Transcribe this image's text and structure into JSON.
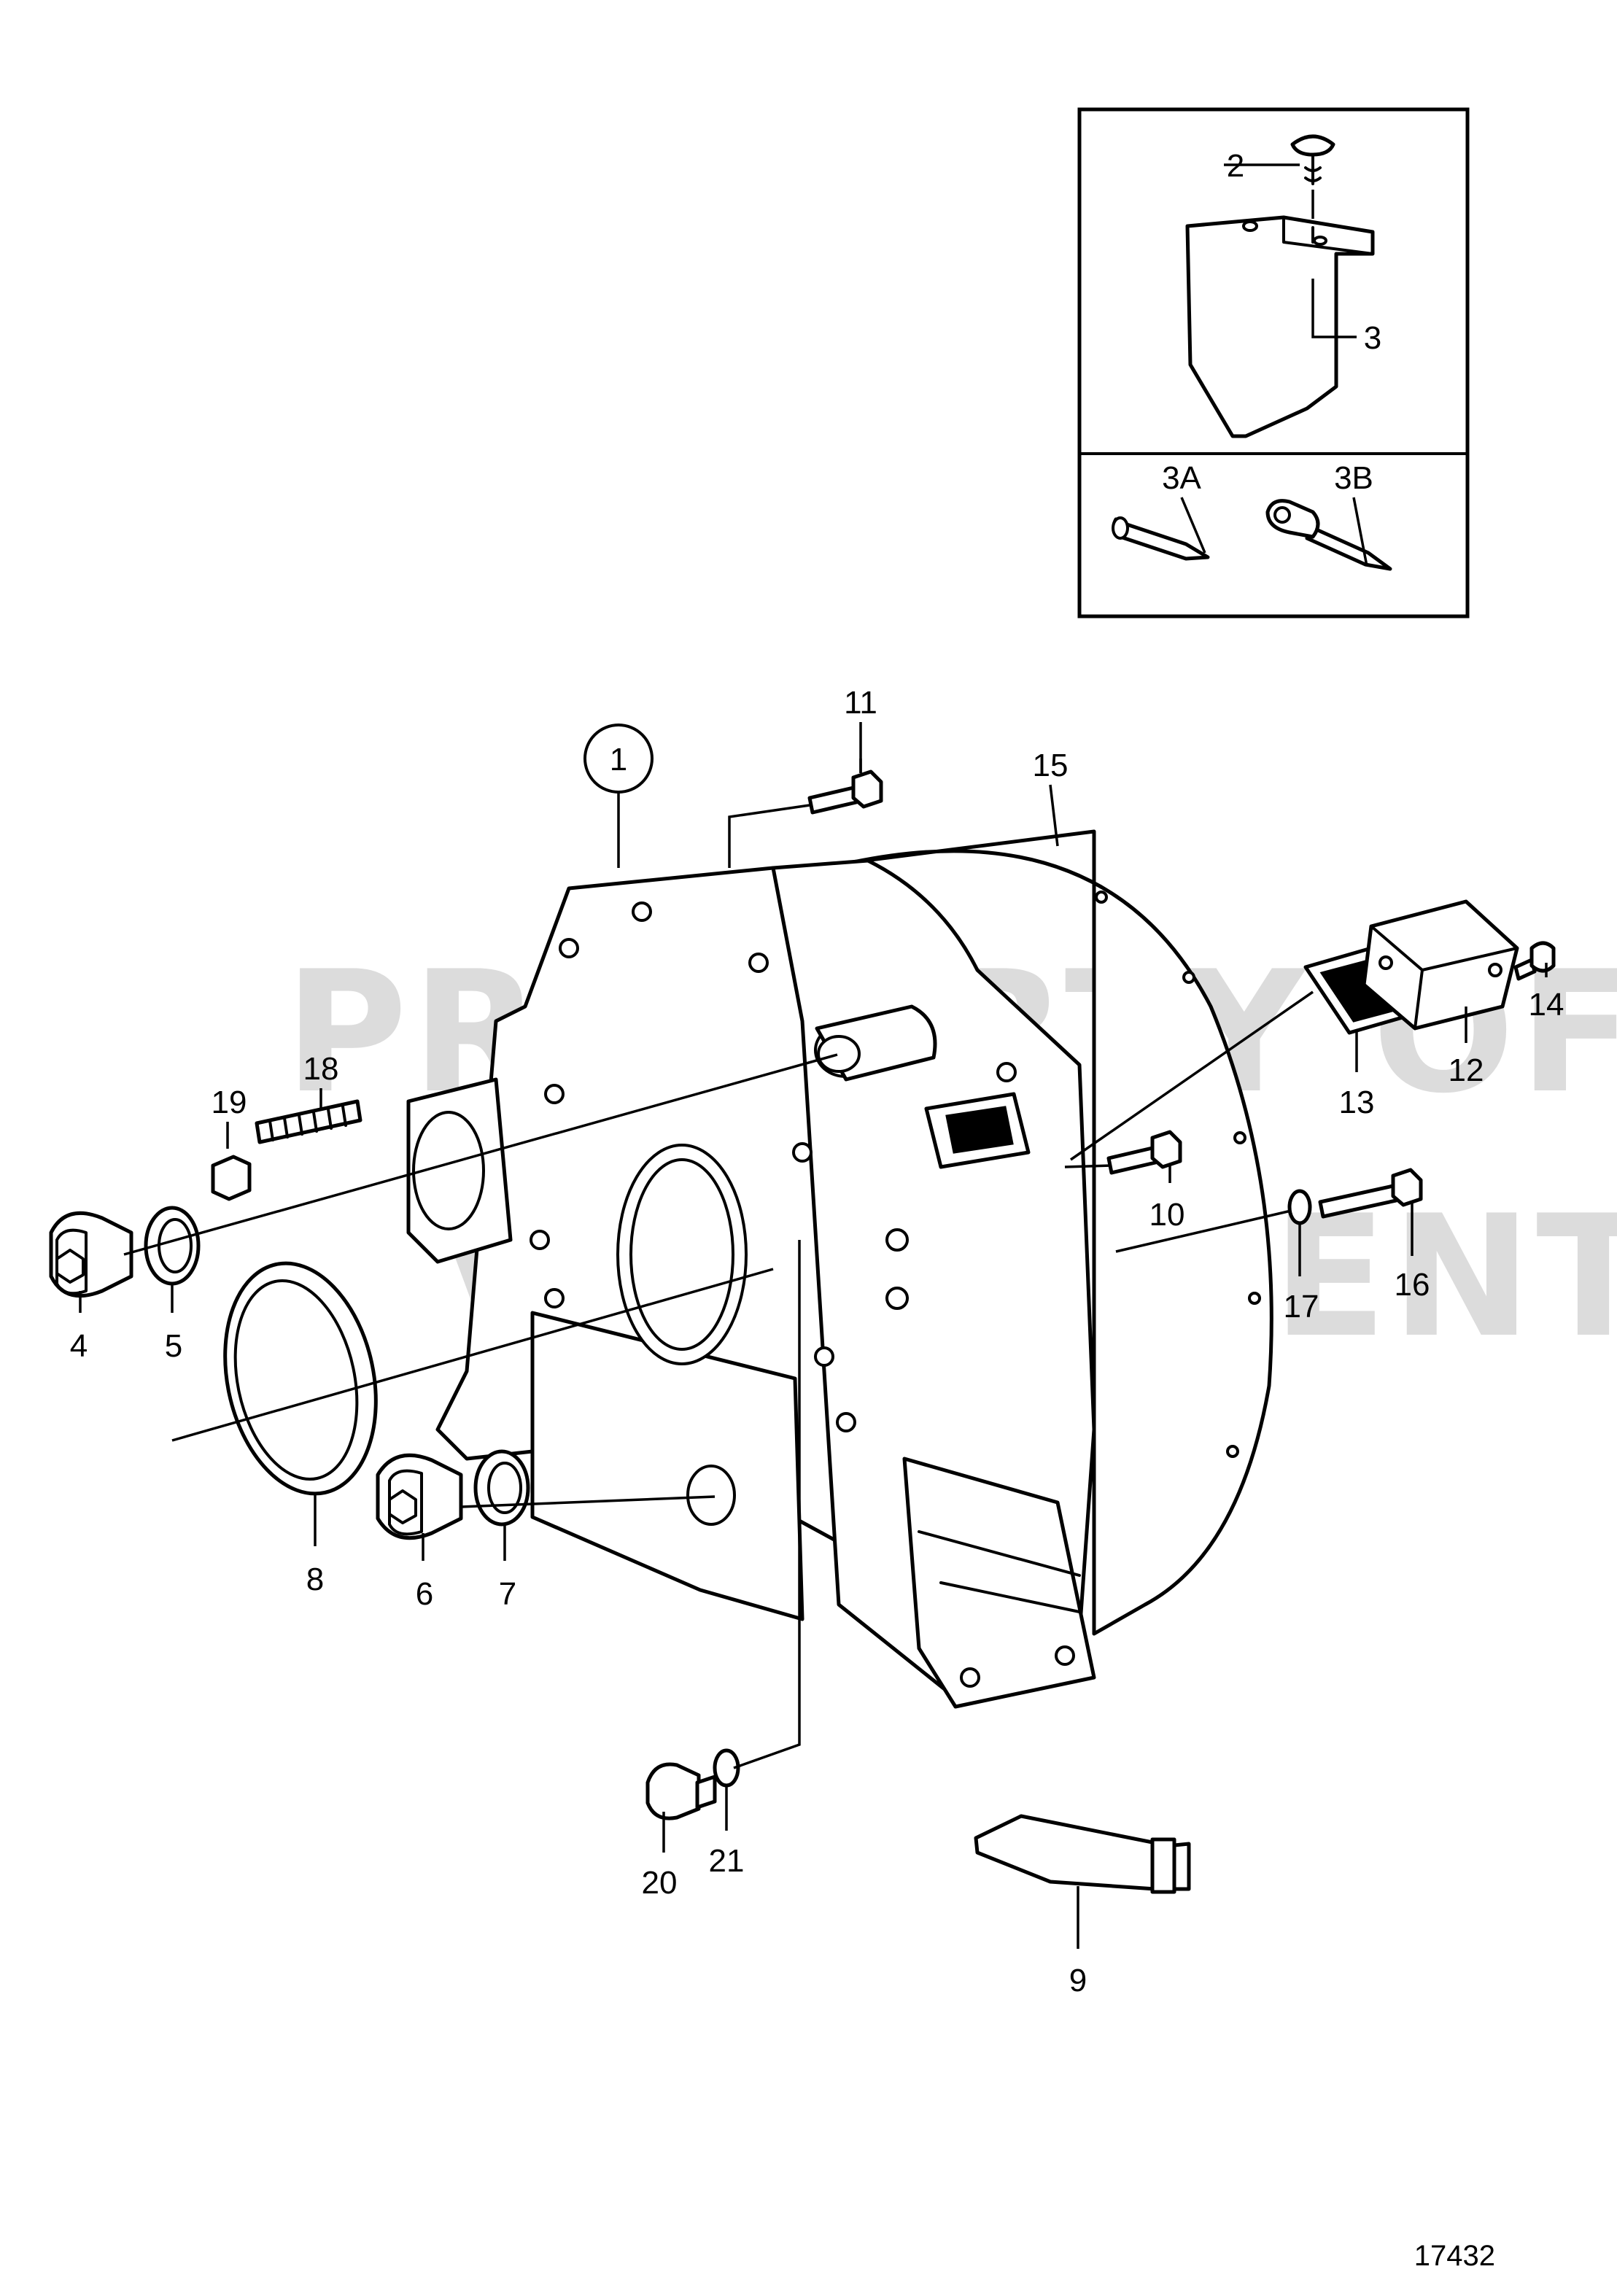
{
  "watermark": {
    "line1": "PROPERTY OF",
    "line2": "VOLVO PENTA"
  },
  "drawing_number": "17432",
  "callouts": {
    "c1": "1",
    "c2": "2",
    "c3": "3",
    "c3a": "3A",
    "c3b": "3B",
    "c4": "4",
    "c5": "5",
    "c6": "6",
    "c7": "7",
    "c8": "8",
    "c9": "9",
    "c10": "10",
    "c11": "11",
    "c12": "12",
    "c13": "13",
    "c14": "14",
    "c15": "15",
    "c16": "16",
    "c17": "17",
    "c18": "18",
    "c19": "19",
    "c20": "20",
    "c21": "21"
  }
}
